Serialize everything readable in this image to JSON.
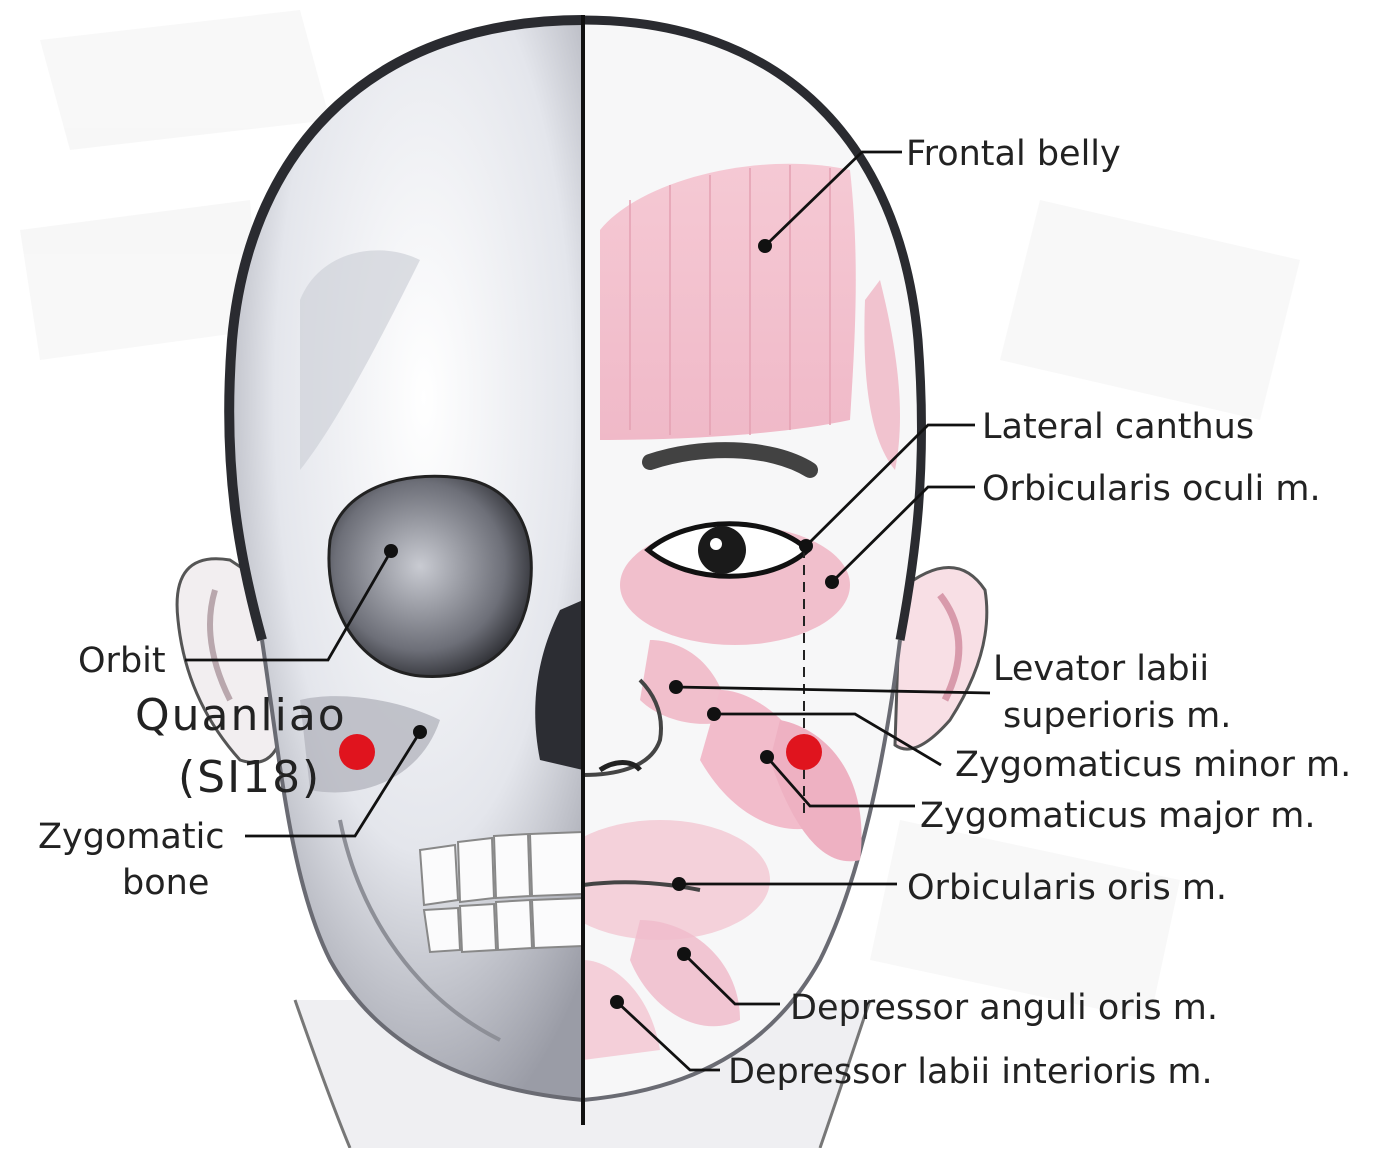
{
  "acupoint": {
    "name": "Quanliao",
    "code": "(SI18)",
    "color": "#e0141e"
  },
  "colors": {
    "muscle": "#f3c4d0",
    "muscle_dark": "#e9a7b8",
    "bone": "#e6e8ee",
    "line": "#111111"
  },
  "labels": {
    "frontal_belly": "Frontal belly",
    "lateral_canthus": "Lateral canthus",
    "orbicularis_oculi": "Orbicularis oculi m.",
    "levator_line1": "Levator labii",
    "levator_line2": "superioris m.",
    "zygomaticus_minor": "Zygomaticus minor m.",
    "zygomaticus_major": "Zygomaticus major m.",
    "orbicularis_oris": "Orbicularis oris m.",
    "depressor_anguli": "Depressor anguli oris m.",
    "depressor_labii": "Depressor labii interioris m.",
    "orbit": "Orbit",
    "zygomatic_line1": "Zygomatic",
    "zygomatic_line2": "bone"
  }
}
